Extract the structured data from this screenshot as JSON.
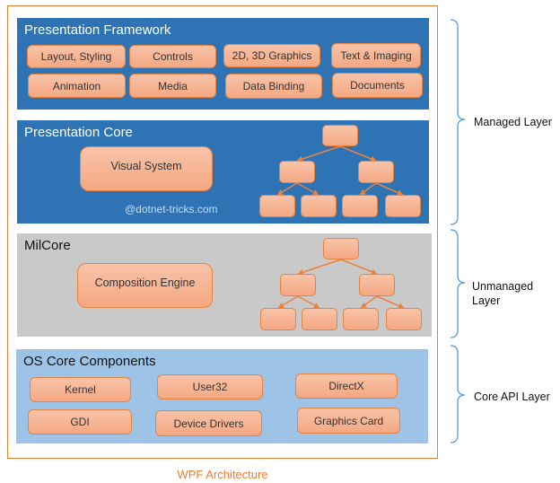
{
  "diagram": {
    "caption": "WPF Architecture",
    "watermark": "@dotnet-tricks.com",
    "colors": {
      "frame": "#ED7D31",
      "panel_blue": "#2E74B5",
      "panel_gray": "#C9C9C9",
      "panel_light_blue": "#9DC3E6",
      "box_fill": "#F4A882",
      "box_border": "#E9823F",
      "brace": "#5B9BD5"
    },
    "panels": [
      {
        "title": "Presentation Framework",
        "items": [
          "Layout, Styling",
          "Controls",
          "2D, 3D Graphics",
          "Text & Imaging",
          "Animation",
          "Media",
          "Data Binding",
          "Documents"
        ]
      },
      {
        "title": "Presentation Core",
        "items": [
          "Visual System"
        ],
        "tree": true
      },
      {
        "title": "MilCore",
        "items": [
          "Composition Engine"
        ],
        "tree": true
      },
      {
        "title": "OS Core Components",
        "items": [
          "Kernel",
          "User32",
          "DirectX",
          "GDI",
          "Device Drivers",
          "Graphics Card"
        ]
      }
    ],
    "layers": [
      {
        "label": "Managed Layer"
      },
      {
        "label": "Unmanaged Layer"
      },
      {
        "label": "Core API Layer"
      }
    ]
  }
}
